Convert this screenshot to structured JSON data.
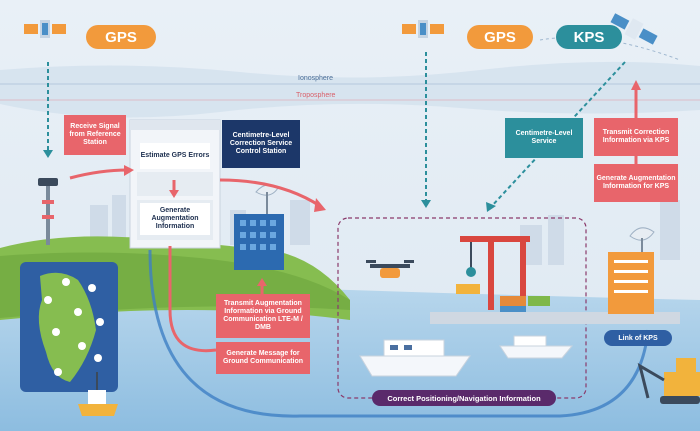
{
  "satellites": {
    "gps_left": "GPS",
    "gps_right": "GPS",
    "kps": "KPS"
  },
  "atmosphere": {
    "ionosphere": "Ionosphere",
    "troposphere": "Troposphere"
  },
  "labels": {
    "receive_signal": "Receive Signal from Reference Station",
    "estimate_errors": "Estimate GPS Errors",
    "generate_augmentation": "Generate Augmentation Information",
    "control_station": "Centimetre-Level Correction Service Control Station",
    "transmit_ground": "Transmit Augmentation Information via Ground Communication LTE-M / DMB",
    "generate_message": "Generate Message for Ground Communication",
    "centimetre_service": "Centimetre-Level Service",
    "transmit_kps": "Transmit Correction Information via KPS",
    "generate_kps": "Generate Augmentation Information for KPS",
    "link_kps": "Link of KPS",
    "correct_positioning": "Correct Positioning/Navigation Information"
  },
  "colors": {
    "sky": "#e4eef6",
    "sea": "#9cc7e4",
    "land": "#7fb84a",
    "accent_red": "#e8656b",
    "navy": "#1c3769",
    "teal": "#2c8f9c",
    "orange": "#f29a3c",
    "purple": "#4a2a6b"
  },
  "icons": [
    "satellite-icon",
    "radar-dish-icon",
    "drone-icon",
    "ship-icon",
    "crane-icon",
    "antenna-icon",
    "excavator-icon"
  ]
}
